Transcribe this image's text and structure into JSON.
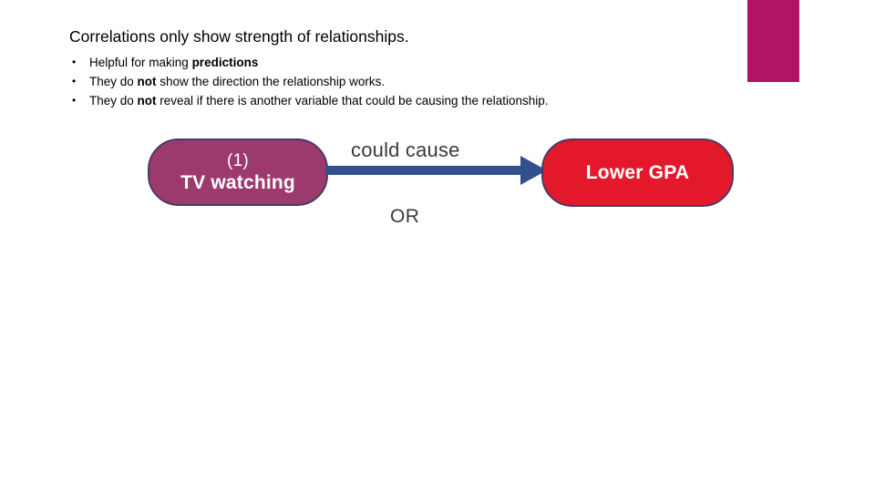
{
  "slide": {
    "title": "Correlations only show strength of relationships.",
    "bullet_marker": "•",
    "bullets": [
      {
        "pre": "Helpful for making ",
        "bold": "predictions",
        "post": ""
      },
      {
        "pre": "They do ",
        "bold": "not",
        "post": " show the direction the relationship works."
      },
      {
        "pre": "They do ",
        "bold": "not",
        "post": " reveal if there is another variable that could be causing the relationship."
      }
    ]
  },
  "diagram": {
    "cause_node": {
      "index": "(1)",
      "label": "TV watching",
      "color": "#9c3a6e"
    },
    "effect_node": {
      "label": "Lower GPA",
      "color": "#e3192b"
    },
    "arrow": {
      "label": "could cause",
      "color": "#34508c"
    },
    "alternative_label": "OR"
  },
  "decor": {
    "corner_bar_color": "#b01463"
  }
}
